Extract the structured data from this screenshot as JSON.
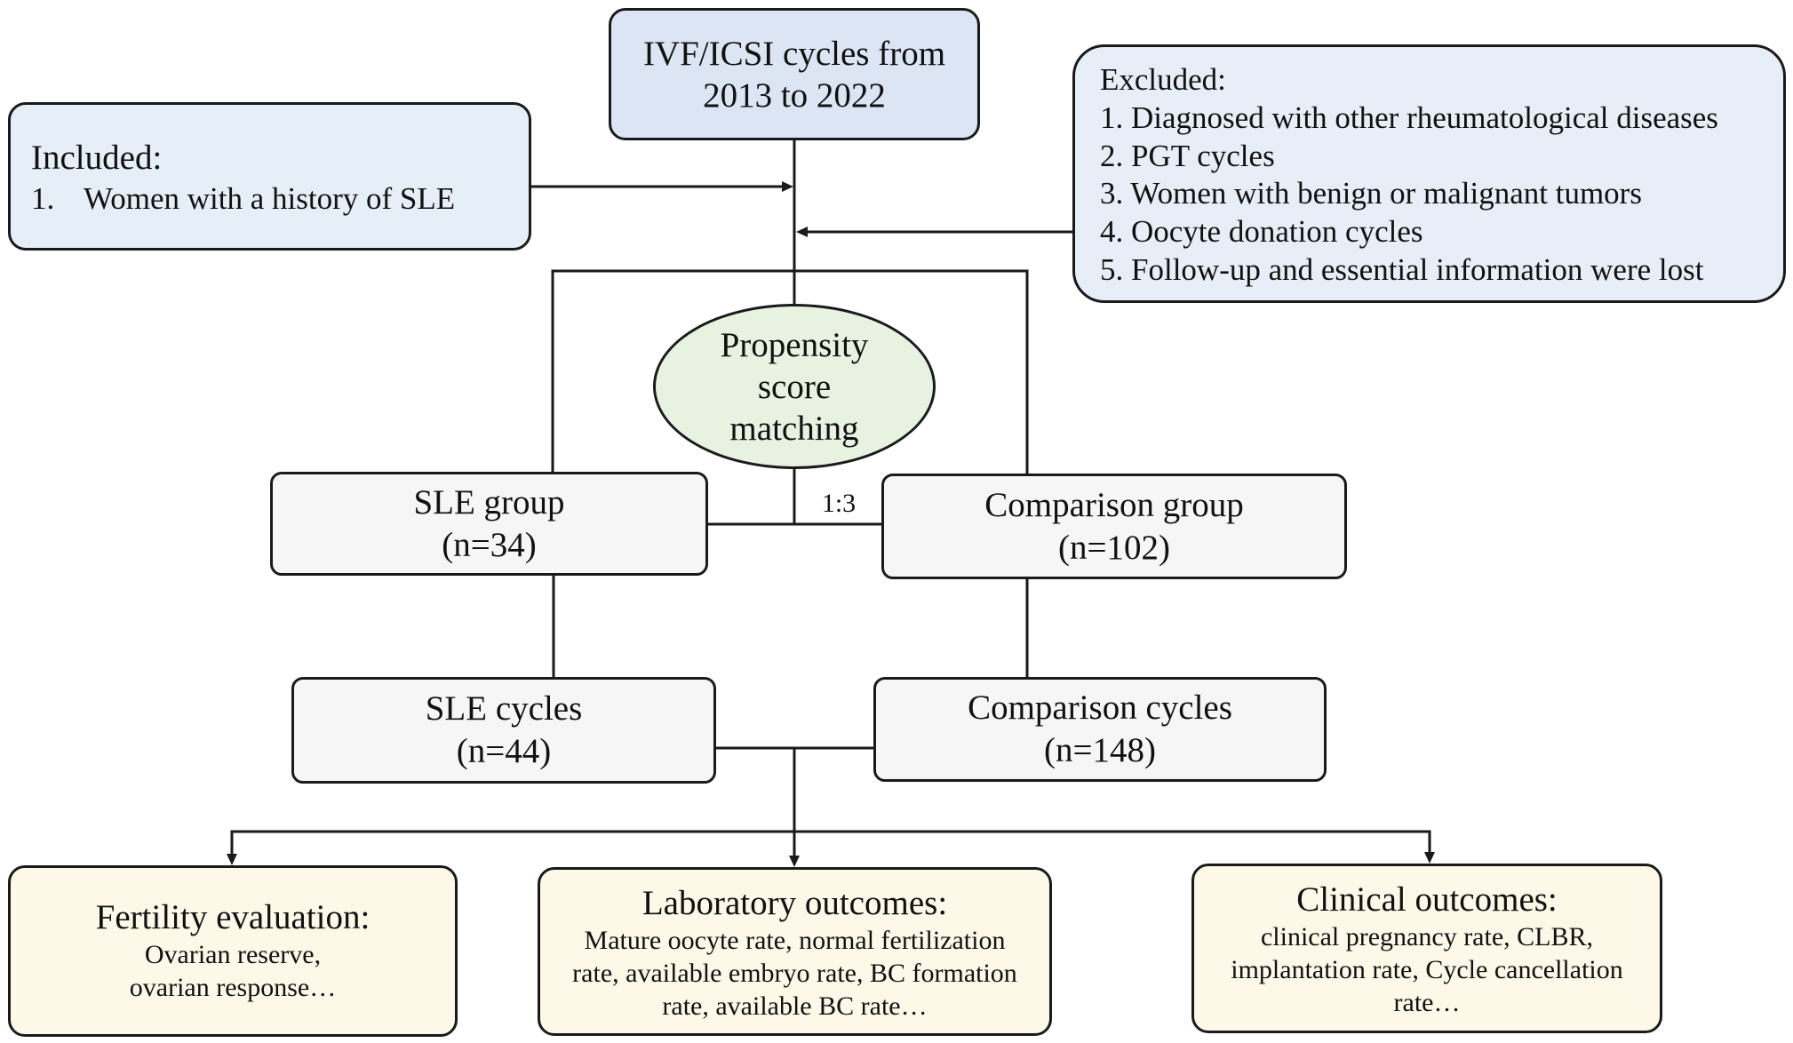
{
  "colors": {
    "stroke": "#1a1a1a",
    "source": "#dbe5f3",
    "included": "#e6eef8",
    "excluded": "#e7eef7",
    "matching": "#e8f2e1",
    "group": "#f6f6f6",
    "outcome": "#fdf8e8"
  },
  "nodes": {
    "source": {
      "lines": [
        "IVF/ICSI cycles from",
        "2013 to 2022"
      ]
    },
    "included": {
      "heading": "Included:",
      "items": [
        {
          "number": "1.",
          "text": "Women with a history of SLE"
        }
      ]
    },
    "excluded": {
      "heading": "Excluded:",
      "items": [
        {
          "number": "1.",
          "text": "Diagnosed with other rheumatological diseases"
        },
        {
          "number": "2.",
          "text": "PGT cycles"
        },
        {
          "number": "3.",
          "text": "Women with benign or malignant tumors"
        },
        {
          "number": "4.",
          "text": "Oocyte donation cycles"
        },
        {
          "number": "5.",
          "text": "Follow-up and essential information were lost"
        }
      ]
    },
    "matching": {
      "lines": [
        "Propensity",
        "score",
        "matching"
      ]
    },
    "matching_ratio": "1:3",
    "sle_group": {
      "label": "SLE group",
      "count": "(n=34)"
    },
    "comparison_group": {
      "label": "Comparison group",
      "count": "(n=102)"
    },
    "sle_cycles": {
      "label": "SLE cycles",
      "count": "(n=44)"
    },
    "comparison_cycles": {
      "label": "Comparison cycles",
      "count": "(n=148)"
    },
    "fertility": {
      "heading": "Fertility evaluation:",
      "lines": [
        "Ovarian reserve,",
        "ovarian response…"
      ]
    },
    "laboratory": {
      "heading": "Laboratory outcomes:",
      "lines": [
        "Mature oocyte rate, normal fertilization",
        "rate, available embryo rate, BC formation",
        "rate, available BC rate…"
      ]
    },
    "clinical": {
      "heading": "Clinical outcomes:",
      "lines": [
        "clinical pregnancy rate, CLBR,",
        "implantation rate, Cycle cancellation",
        "rate…"
      ]
    }
  }
}
